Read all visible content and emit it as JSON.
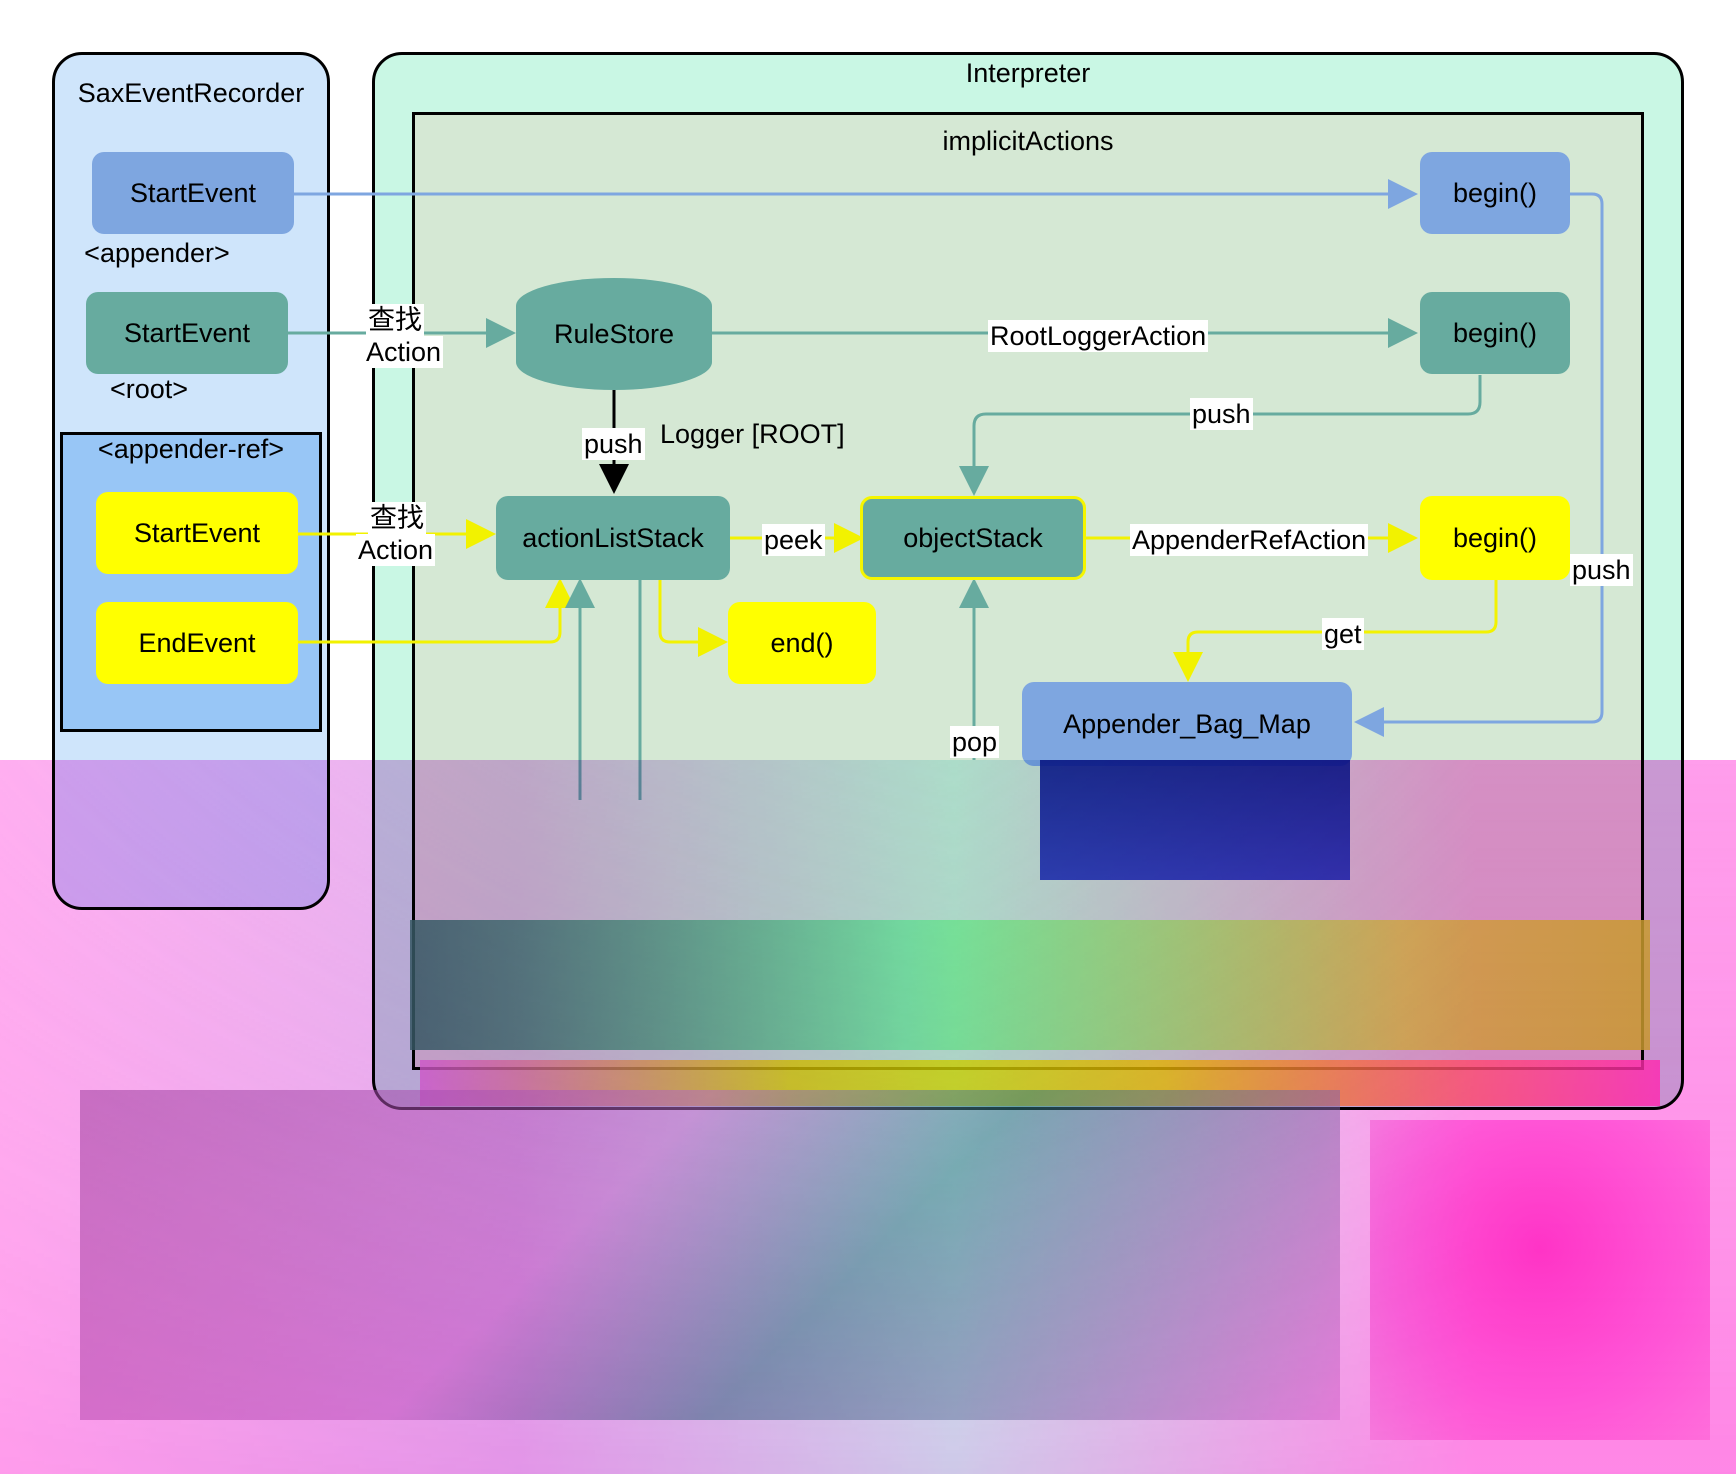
{
  "containers": {
    "sax_event_recorder": "SaxEventRecorder",
    "interpreter": "Interpreter",
    "implicit_actions": "implicitActions",
    "appender_ref_group": "<appender-ref>"
  },
  "nodes": {
    "start_event_1": "StartEvent",
    "appender_tag": "<appender>",
    "start_event_2": "StartEvent",
    "root_tag": "<root>",
    "start_event_3": "StartEvent",
    "end_event": "EndEvent",
    "rule_store": "RuleStore",
    "action_list_stack": "actionListStack",
    "object_stack": "objectStack",
    "begin_1": "begin()",
    "begin_2": "begin()",
    "begin_3": "begin()",
    "end": "end()",
    "appender_bag_map": "Appender_Bag_Map"
  },
  "edge_labels": {
    "lookup_1_line1": "查找",
    "lookup_1_line2": "Action",
    "lookup_2_line1": "查找",
    "lookup_2_line2": "Action",
    "root_logger_action": "RootLoggerAction",
    "push_1": "push",
    "push_2": "push",
    "push_3": "push",
    "logger_root": "Logger [ROOT]",
    "peek": "peek",
    "appender_ref_action": "AppenderRefAction",
    "get": "get",
    "pop": "pop"
  },
  "colors": {
    "blue_node": "#7ea6e0",
    "teal_node": "#67ab9f",
    "yellow_node": "#ffff00",
    "recorder_bg": "#cfe5fb",
    "interpreter_bg": "#c9f7e4",
    "implicit_bg": "#d5e8d4",
    "appender_ref_bg": "#98c6f6",
    "blue_edge": "#7ea6e0",
    "teal_edge": "#67ab9f",
    "yellow_edge": "#ffff00"
  }
}
